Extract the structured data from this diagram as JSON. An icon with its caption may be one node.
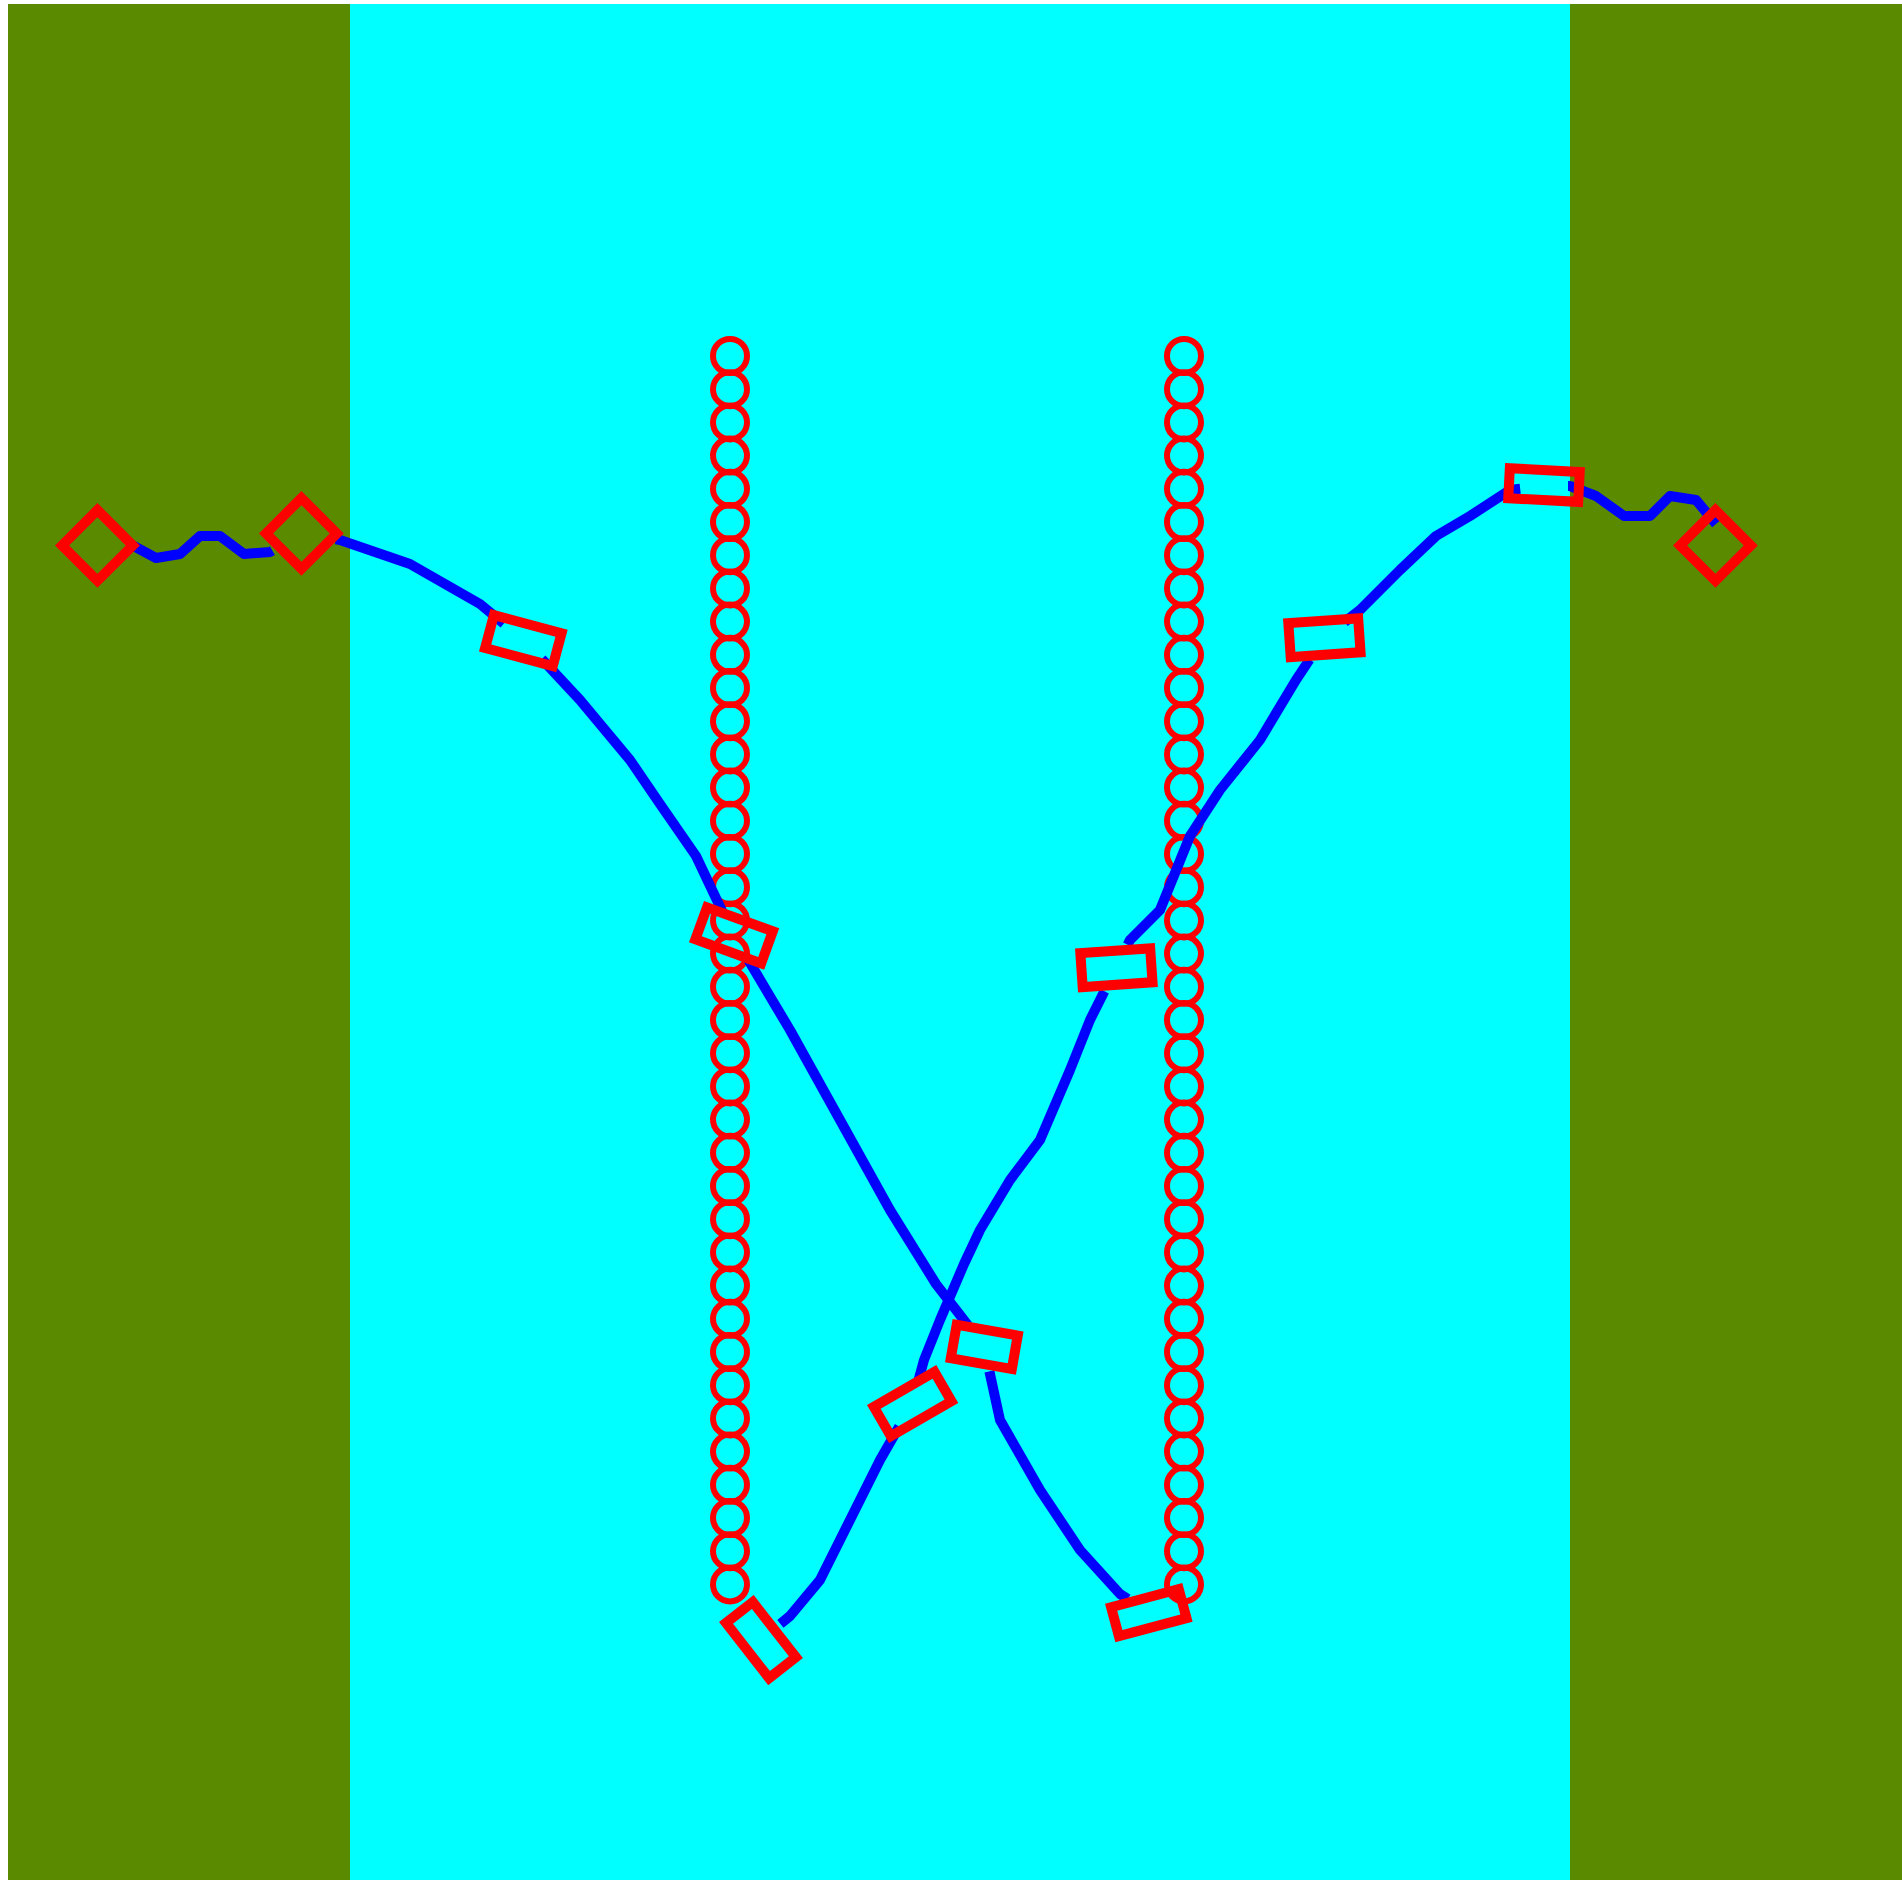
{
  "diagram": {
    "nodes": [
      {
        "text": [],
        "shape": "box"
      },
      {
        "text": [],
        "shape": "box"
      },
      {
        "text": [],
        "shape": "box"
      },
      {
        "text": [],
        "shape": "box"
      },
      {
        "text": [],
        "shape": "box"
      },
      {
        "text": [],
        "shape": "box"
      },
      {
        "text": [],
        "shape": "box"
      },
      {
        "text": [],
        "shape": "box"
      },
      {
        "text": [],
        "shape": "box"
      },
      {
        "text": [],
        "shape": "box"
      },
      {
        "text": [],
        "shape": "box"
      },
      {
        "text": [],
        "shape": "box"
      }
    ],
    "edges": [
      {
        "from": 0,
        "to": 1,
        "arrow": "none"
      },
      {
        "from": 1,
        "to": 2,
        "arrow": "none"
      },
      {
        "from": 2,
        "to": 3,
        "arrow": "none"
      },
      {
        "from": 3,
        "to": 4,
        "arrow": "none"
      },
      {
        "from": 4,
        "to": 5,
        "arrow": "none"
      },
      {
        "from": 6,
        "to": 7,
        "arrow": "none"
      },
      {
        "from": 7,
        "to": 8,
        "arrow": "none"
      },
      {
        "from": 8,
        "to": 9,
        "arrow": "none"
      },
      {
        "from": 9,
        "to": 10,
        "arrow": "none"
      },
      {
        "from": 10,
        "to": 11,
        "arrow": "none"
      }
    ]
  }
}
